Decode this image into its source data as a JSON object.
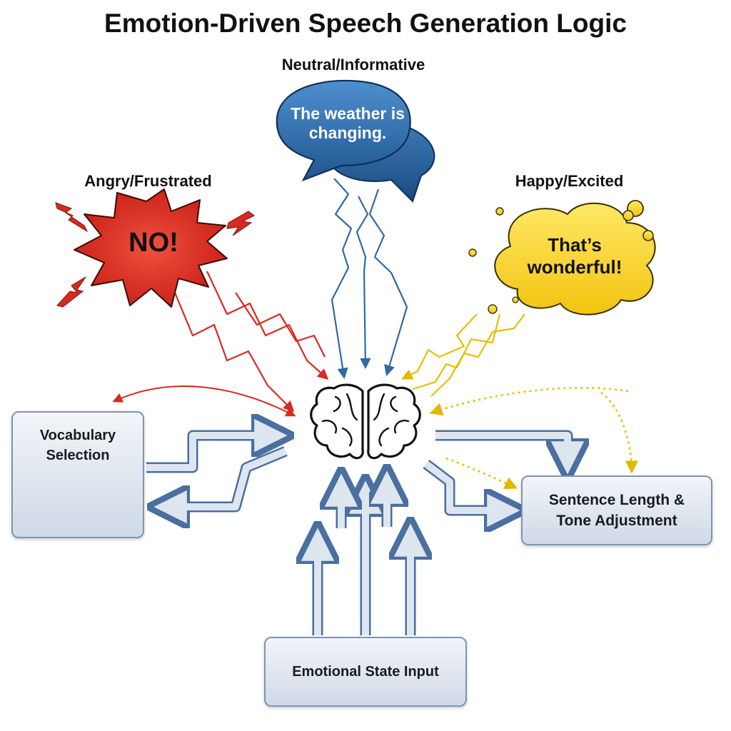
{
  "title": "Emotion-Driven Speech Generation Logic",
  "emotions": {
    "neutral": {
      "label": "Neutral/Informative",
      "speech": "The weather is changing.",
      "color": "#2f6aa3"
    },
    "angry": {
      "label": "Angry/Frustrated",
      "speech": "NO!",
      "color": "#d82a20"
    },
    "happy": {
      "label": "Happy/Excited",
      "speech": "That’s wonderful!",
      "color": "#f2cc1c"
    }
  },
  "boxes": {
    "vocabulary": "Vocabulary Selection",
    "sentence": "Sentence Length & Tone Adjustment",
    "input": "Emotional State Input"
  },
  "icons": {
    "center": "brain-icon",
    "vocabulary_arrows": [
      "red-updown-arrow-icon",
      "yellow-updown-arrow-icon",
      "blue-updown-arrow-icon",
      "blue-down-arrow-icon"
    ]
  },
  "colors": {
    "box_border": "#7f95b0",
    "box_fill": "#dbe3ec",
    "flow_arrow": "#4a6fa0"
  }
}
